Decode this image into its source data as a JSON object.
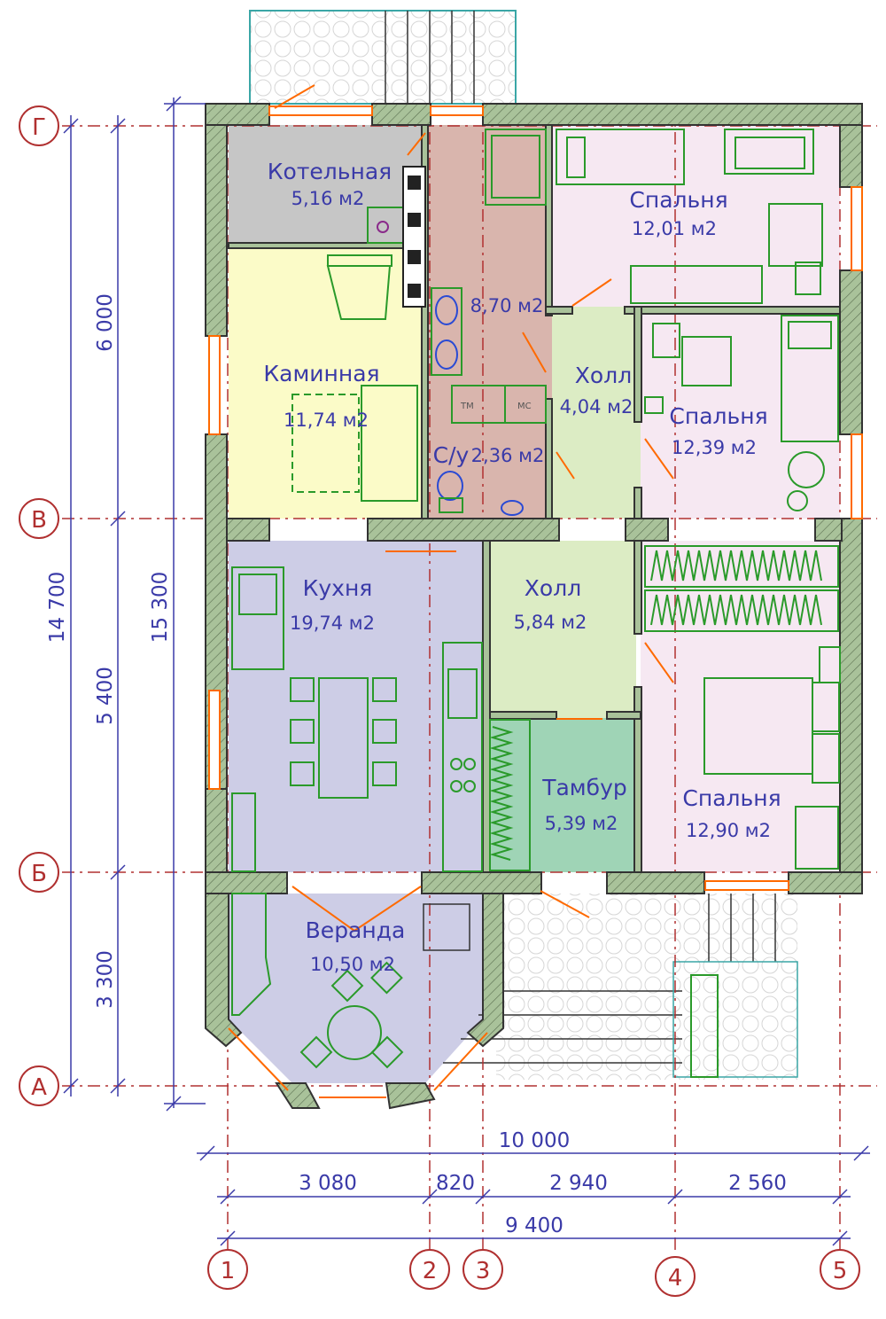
{
  "rooms": [
    {
      "id": "boiler",
      "name": "Котельная",
      "area": "5,16 м2",
      "color": "#c6c6c6"
    },
    {
      "id": "fireplace",
      "name": "Каминная",
      "area": "11,74 м2",
      "color": "#fbfbc8"
    },
    {
      "id": "bathroom",
      "name": "",
      "area": "8,70 м2",
      "color": "#d9b5ad"
    },
    {
      "id": "wc",
      "name": "С/у",
      "area": "2,36 м2",
      "color": "#d9b5ad"
    },
    {
      "id": "bedroom1",
      "name": "Спальня",
      "area": "12,01 м2",
      "color": "#f6e8f2"
    },
    {
      "id": "hall1",
      "name": "Холл",
      "area": "4,04 м2",
      "color": "#dcecc4"
    },
    {
      "id": "bedroom2",
      "name": "Спальня",
      "area": "12,39 м2",
      "color": "#f6e8f2"
    },
    {
      "id": "kitchen",
      "name": "Кухня",
      "area": "19,74 м2",
      "color": "#cdcde6"
    },
    {
      "id": "hall2",
      "name": "Холл",
      "area": "5,84 м2",
      "color": "#dcecc4"
    },
    {
      "id": "vestibule",
      "name": "Тамбур",
      "area": "5,39 м2",
      "color": "#9fd4b6"
    },
    {
      "id": "bedroom3",
      "name": "Спальня",
      "area": "12,90 м2",
      "color": "#f6e8f2"
    },
    {
      "id": "veranda",
      "name": "Веранда",
      "area": "10,50 м2",
      "color": "#cdcde6"
    }
  ],
  "fixture_labels": {
    "tm": "ТМ",
    "mc": "МС"
  },
  "axes": {
    "rows": [
      "Г",
      "В",
      "Б",
      "А"
    ],
    "columns": [
      "1",
      "2",
      "3",
      "4",
      "5"
    ]
  },
  "dimensions": {
    "vertical_left": {
      "total": "14 700"
    },
    "vertical_mid": [
      "6 000",
      "5 400",
      "3 300"
    ],
    "vertical_right": {
      "total": "15 300"
    },
    "horizontal_total": "10 000",
    "horizontal_segments": [
      "3 080",
      "820",
      "2 940",
      "2 560"
    ],
    "horizontal_inner": "9 400"
  },
  "colors": {
    "wall": "#a9c29a",
    "furniture": "#2a9a2a",
    "door": "#ff6a00",
    "dimension": "#3a3aa8",
    "axis": "#b03030"
  }
}
